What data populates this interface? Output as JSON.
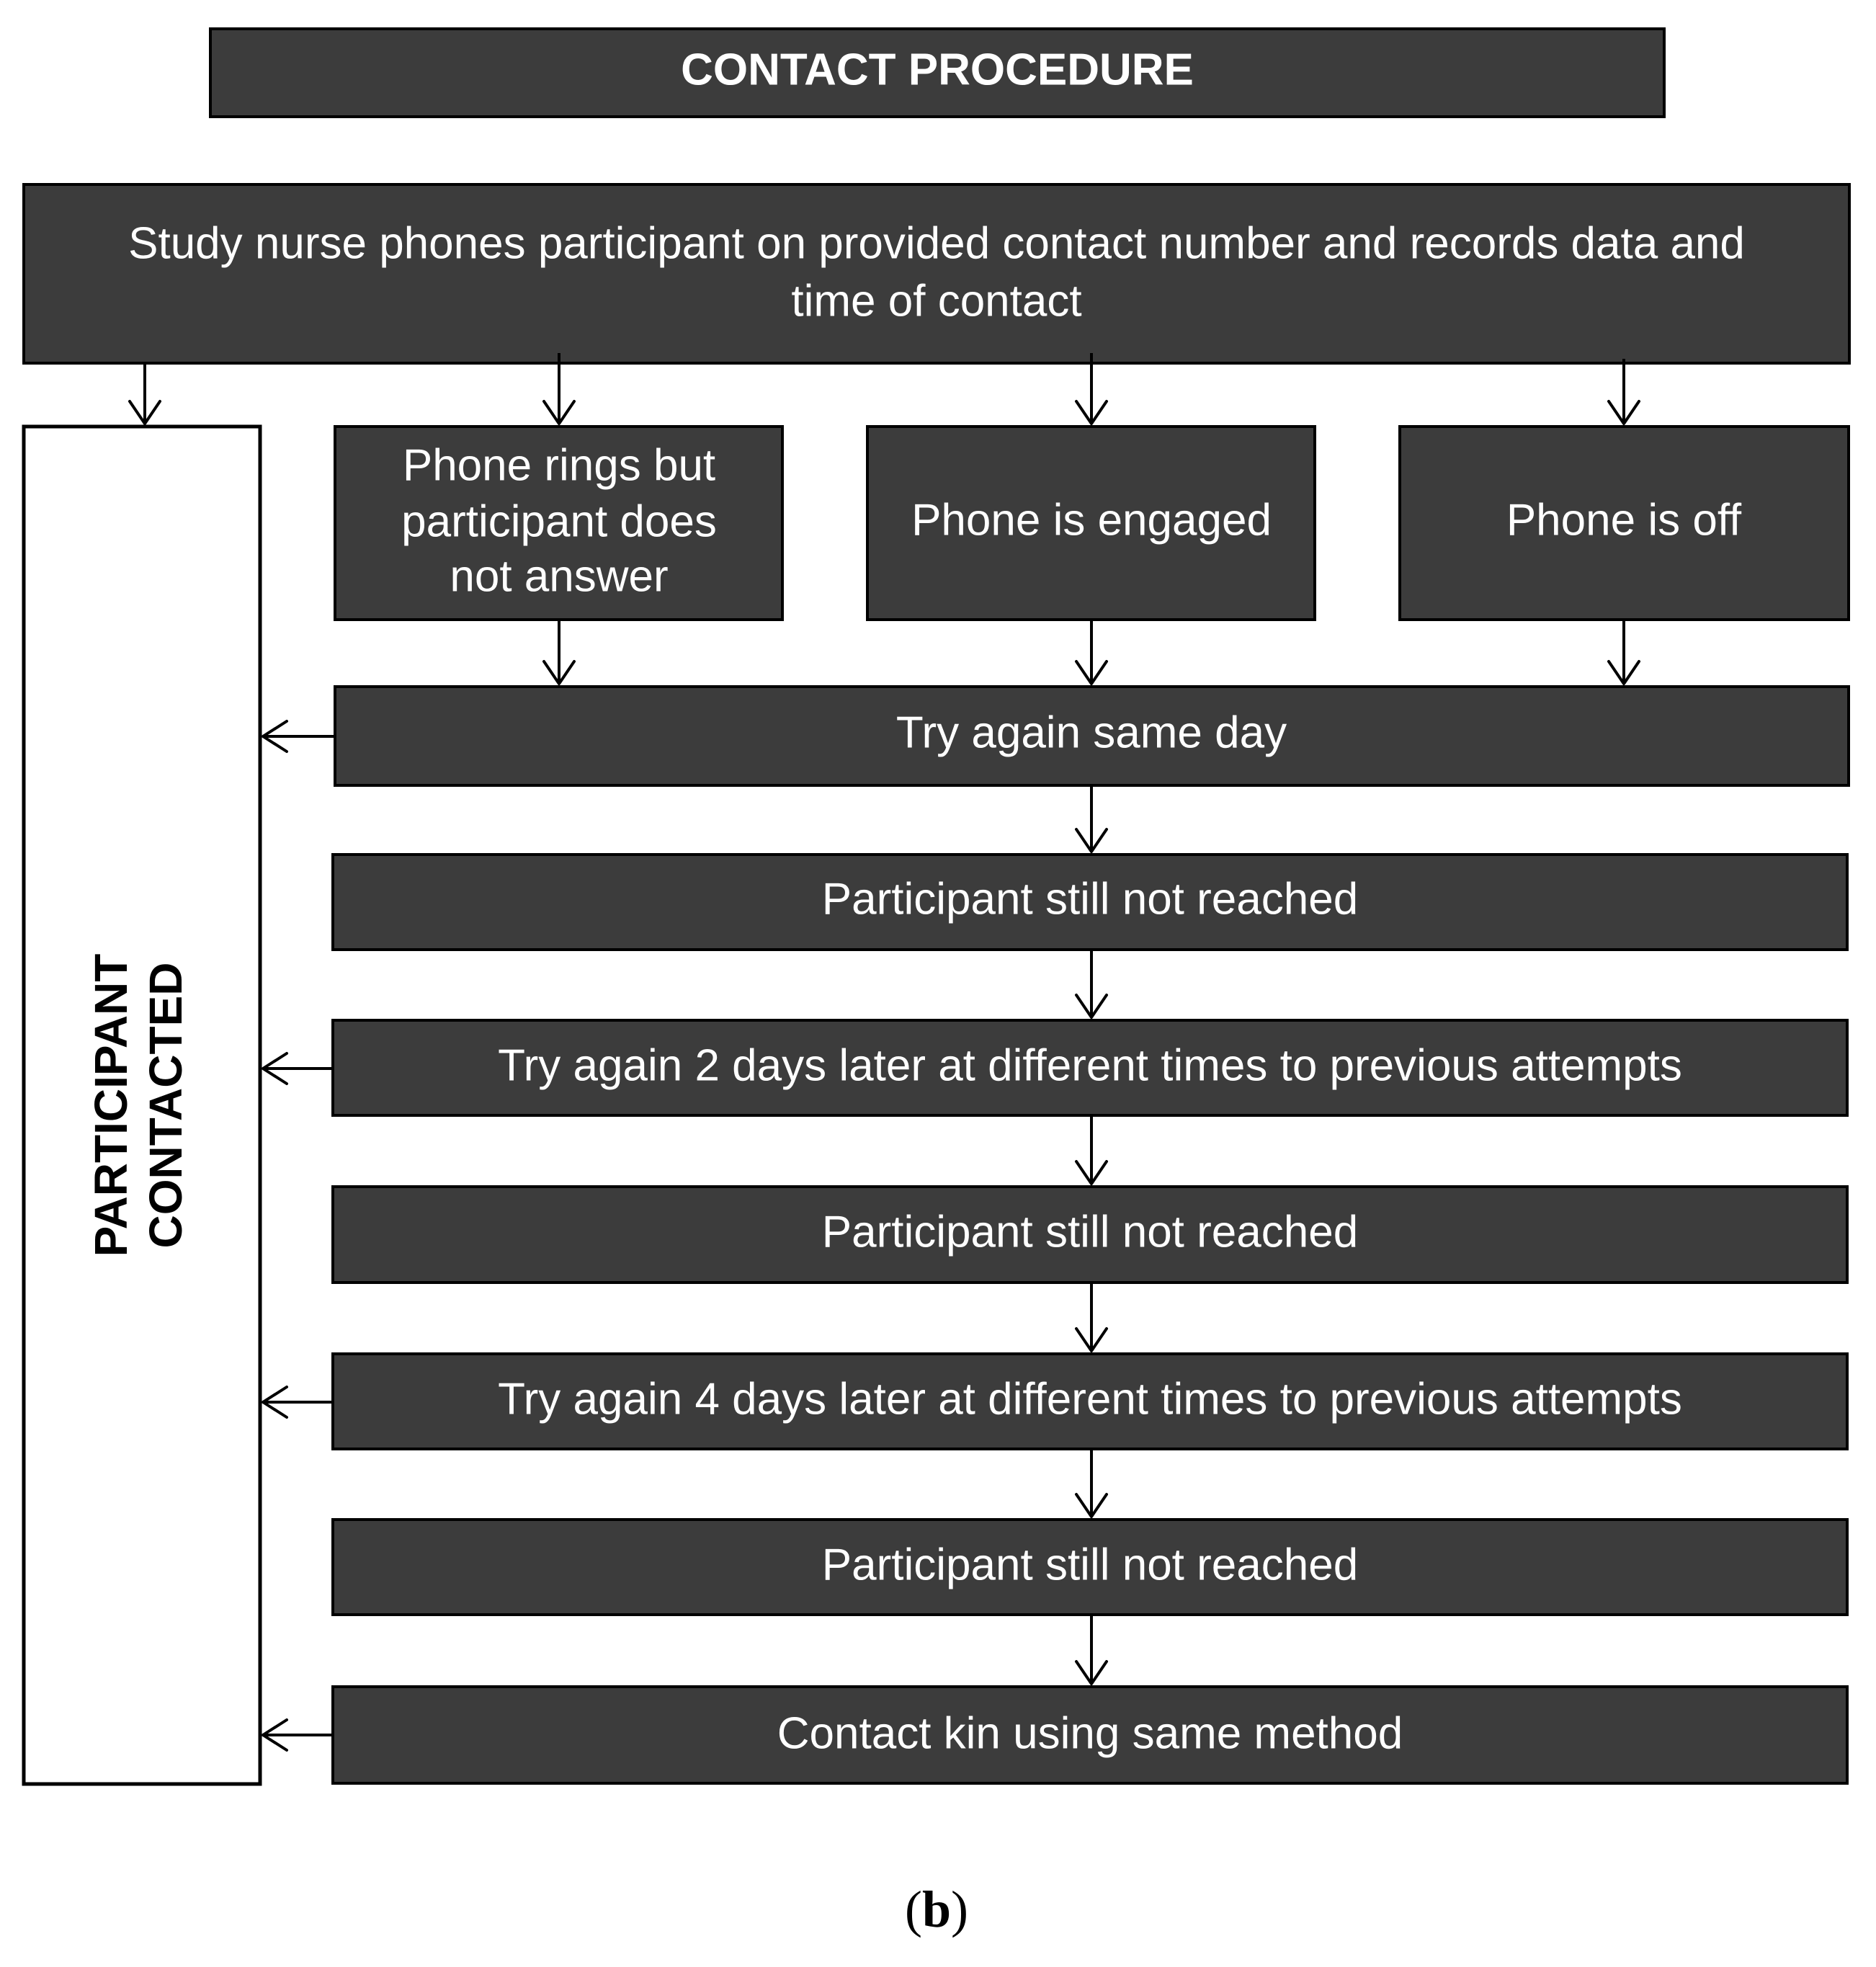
{
  "title": "CONTACT PROCEDURE",
  "nodes": {
    "start": {
      "lines": [
        "Study nurse phones participant on provided contact number and records data and",
        "time of contact"
      ]
    },
    "no_answer": {
      "lines": [
        "Phone rings but",
        "participant does",
        "not answer"
      ]
    },
    "engaged": {
      "lines": [
        "Phone is engaged"
      ]
    },
    "off": {
      "lines": [
        "Phone is off"
      ]
    },
    "try_same_day": {
      "lines": [
        "Try again same day"
      ]
    },
    "not_reached_1": {
      "lines": [
        "Participant still not reached"
      ]
    },
    "try_2_days": {
      "lines": [
        "Try again 2 days later at different times to previous attempts"
      ]
    },
    "not_reached_2": {
      "lines": [
        "Participant still not reached"
      ]
    },
    "try_4_days": {
      "lines": [
        "Try again 4 days later at different times to previous attempts"
      ]
    },
    "not_reached_3": {
      "lines": [
        "Participant still not reached"
      ]
    },
    "contact_kin": {
      "lines": [
        "Contact kin using same method"
      ]
    },
    "contacted": {
      "lines": [
        "PARTICIPANT",
        "CONTACTED"
      ]
    }
  },
  "caption": {
    "open": "(",
    "letter": "b",
    "close": ")"
  }
}
